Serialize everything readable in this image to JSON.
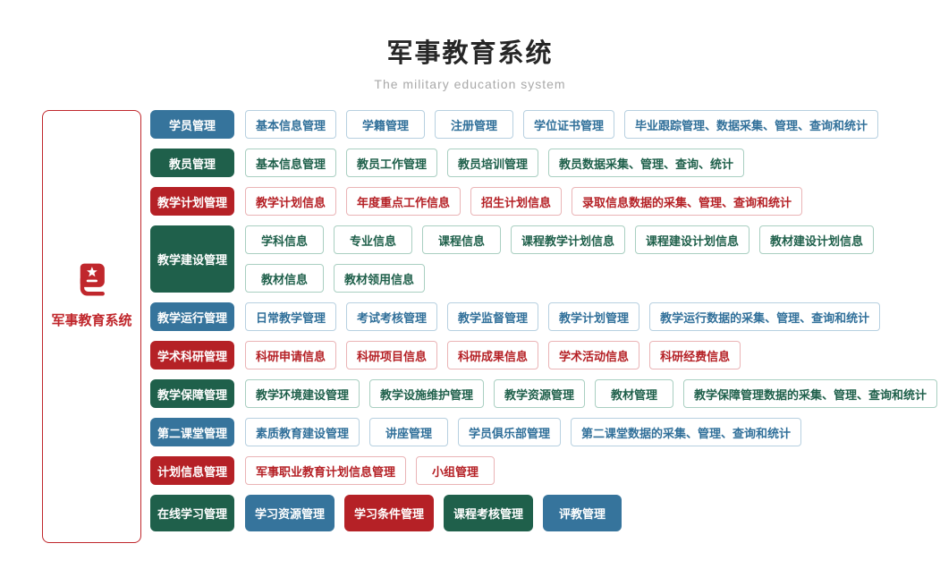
{
  "header": {
    "title": "军事教育系统",
    "subtitle": "The military education system"
  },
  "sidebar": {
    "label": "军事教育系统",
    "icon": "book-star-icon"
  },
  "palette": {
    "blue": "#36749c",
    "green": "#1f604b",
    "red": "#b52126",
    "title_text": "#262626",
    "subtitle_text": "#a9a9a9"
  },
  "rows": [
    {
      "name": "student-management",
      "theme": "blue",
      "category": "学员管理",
      "lines": [
        [
          {
            "label": "基本信息管理"
          },
          {
            "label": "学籍管理"
          },
          {
            "label": "注册管理"
          },
          {
            "label": "学位证书管理"
          },
          {
            "label": "毕业跟踪管理、数据采集、管理、查询和统计"
          }
        ]
      ]
    },
    {
      "name": "faculty-management",
      "theme": "green",
      "category": "教员管理",
      "lines": [
        [
          {
            "label": "基本信息管理"
          },
          {
            "label": "教员工作管理"
          },
          {
            "label": "教员培训管理"
          },
          {
            "label": "教员数据采集、管理、查询、统计"
          }
        ]
      ]
    },
    {
      "name": "teaching-plan-management",
      "theme": "red",
      "category": "教学计划管理",
      "lines": [
        [
          {
            "label": "教学计划信息"
          },
          {
            "label": "年度重点工作信息"
          },
          {
            "label": "招生计划信息"
          },
          {
            "label": "录取信息数据的采集、管理、查询和统计"
          }
        ]
      ]
    },
    {
      "name": "teaching-construction-management",
      "theme": "green",
      "category": "教学建设管理",
      "lines": [
        [
          {
            "label": "学科信息"
          },
          {
            "label": "专业信息"
          },
          {
            "label": "课程信息"
          },
          {
            "label": "课程教学计划信息"
          },
          {
            "label": "课程建设计划信息"
          },
          {
            "label": "教材建设计划信息"
          }
        ],
        [
          {
            "label": "教材信息"
          },
          {
            "label": "教材领用信息"
          }
        ]
      ]
    },
    {
      "name": "teaching-operation-management",
      "theme": "blue",
      "category": "教学运行管理",
      "lines": [
        [
          {
            "label": "日常教学管理"
          },
          {
            "label": "考试考核管理"
          },
          {
            "label": "教学监督管理"
          },
          {
            "label": "教学计划管理"
          },
          {
            "label": "教学运行数据的采集、管理、查询和统计"
          }
        ]
      ]
    },
    {
      "name": "academic-research-management",
      "theme": "red",
      "category": "学术科研管理",
      "lines": [
        [
          {
            "label": "科研申请信息"
          },
          {
            "label": "科研项目信息"
          },
          {
            "label": "科研成果信息"
          },
          {
            "label": "学术活动信息"
          },
          {
            "label": "科研经费信息"
          }
        ]
      ]
    },
    {
      "name": "teaching-support-management",
      "theme": "green",
      "category": "教学保障管理",
      "lines": [
        [
          {
            "label": "教学环境建设管理"
          },
          {
            "label": "教学设施维护管理"
          },
          {
            "label": "教学资源管理"
          },
          {
            "label": "教材管理"
          },
          {
            "label": "教学保障管理数据的采集、管理、查询和统计"
          }
        ]
      ]
    },
    {
      "name": "second-classroom-management",
      "theme": "blue",
      "category": "第二课堂管理",
      "lines": [
        [
          {
            "label": "素质教育建设管理"
          },
          {
            "label": "讲座管理"
          },
          {
            "label": "学员俱乐部管理"
          },
          {
            "label": "第二课堂数据的采集、管理、查询和统计"
          }
        ]
      ]
    },
    {
      "name": "plan-info-management",
      "theme": "red",
      "category": "计划信息管理",
      "lines": [
        [
          {
            "label": "军事职业教育计划信息管理"
          },
          {
            "label": "小组管理"
          }
        ]
      ]
    },
    {
      "name": "online-learning-management",
      "theme": "green",
      "category": "在线学习管理",
      "large": true,
      "lines": [
        [
          {
            "label": "学习资源管理",
            "solid": true,
            "theme": "blue"
          },
          {
            "label": "学习条件管理",
            "solid": true,
            "theme": "red"
          },
          {
            "label": "课程考核管理",
            "solid": true,
            "theme": "green"
          },
          {
            "label": "评教管理",
            "solid": true,
            "theme": "blue"
          }
        ]
      ]
    }
  ]
}
